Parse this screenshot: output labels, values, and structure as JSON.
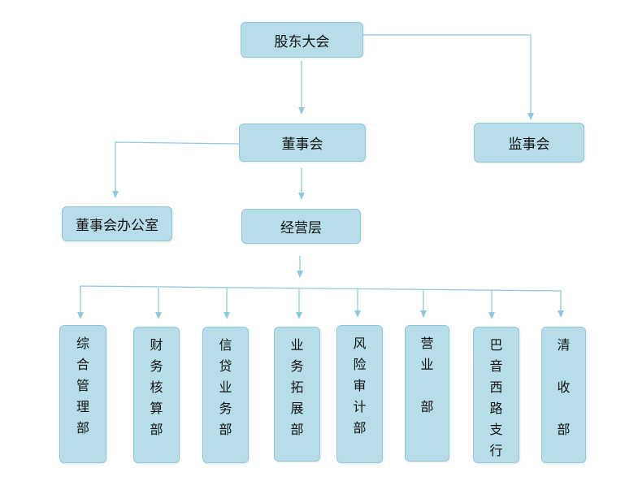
{
  "colors": {
    "box_fill": "#b7dde8",
    "box_border": "#8ec8d8",
    "connector": "#8fcad8"
  },
  "nodes": {
    "shareholders": "股东大会",
    "board": "董事会",
    "supervisors": "监事会",
    "board_office": "董事会办公室",
    "management": "经营层"
  },
  "departments": [
    {
      "id": "general-mgmt",
      "label": "综合管理部"
    },
    {
      "id": "finance",
      "label": "财务核算部"
    },
    {
      "id": "credit",
      "label": "信贷业务部"
    },
    {
      "id": "business-dev",
      "label": "业务拓展部"
    },
    {
      "id": "risk-audit",
      "label": "风险审计部"
    },
    {
      "id": "operations",
      "label": "营\n业\n\n部"
    },
    {
      "id": "bayin-branch",
      "label": "巴音西路支行"
    },
    {
      "id": "collection",
      "label": "清\n\n收\n\n部"
    }
  ]
}
